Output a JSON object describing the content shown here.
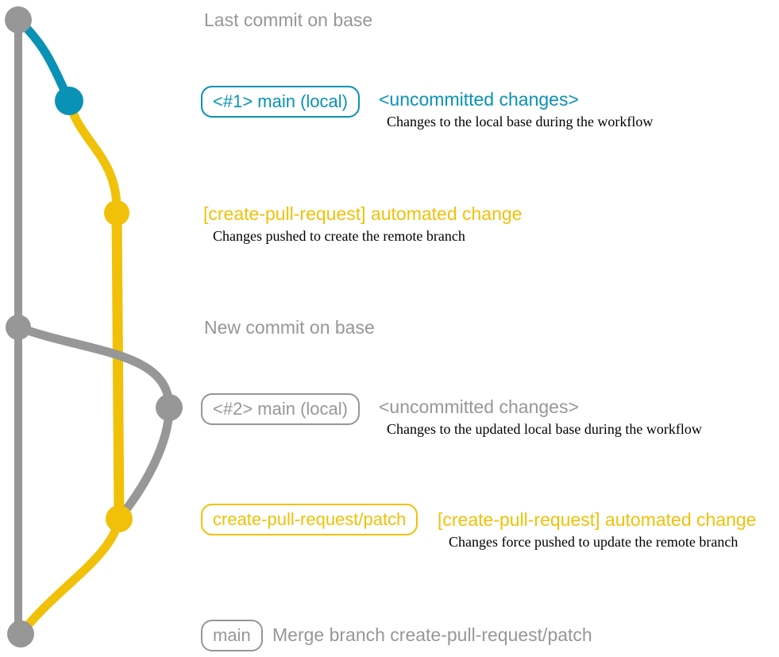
{
  "colors": {
    "gray": "#979797",
    "blue": "#0992b5",
    "yellow": "#f1c109",
    "ink": "#000000"
  },
  "annotations": {
    "last_commit_label": "Last commit on base",
    "new_commit_label": "New commit on base",
    "row1": {
      "badge": "<#1> main (local)",
      "title": "<uncommitted changes>",
      "desc": "Changes to the local base during the workflow"
    },
    "row2": {
      "title": "[create-pull-request] automated change",
      "desc": "Changes pushed to create the remote branch"
    },
    "row3": {
      "badge": "<#2> main (local)",
      "title": "<uncommitted changes>",
      "desc": "Changes to the updated local base during the workflow"
    },
    "row4": {
      "badge": "create-pull-request/patch",
      "title": "[create-pull-request] automated change",
      "desc": "Changes force pushed to update the remote branch"
    },
    "row5": {
      "badge": "main",
      "title": "Merge branch create-pull-request/patch"
    }
  }
}
